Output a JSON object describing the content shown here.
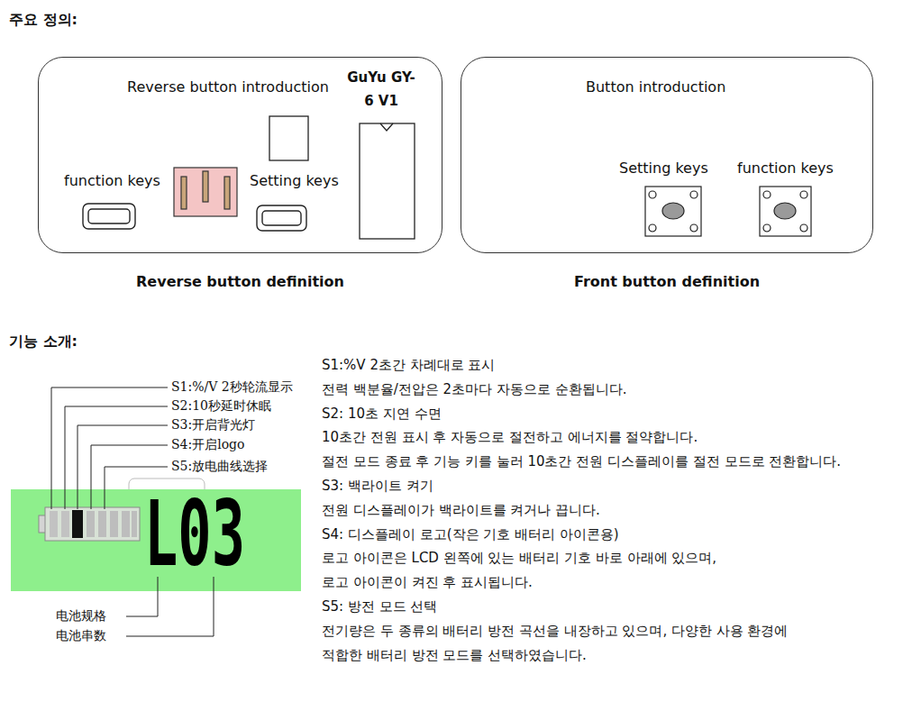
{
  "diagram": {
    "title": "주요 정의:",
    "nodes": [
      {
        "text": [
          "Reverse button introduction",
          "GuYu GY-6 V1",
          "function keys",
          "Setting keys",
          "Reverse button definition"
        ]
      },
      {
        "text": [
          "Button introduction",
          "Setting keys",
          "function keys",
          "Front button definition"
        ]
      },
      {
        "text": [
          "L03"
        ]
      }
    ],
    "labels": [
      "기능 소개:",
      "S1:%/V 2秒轮流显示",
      "S2:10秒延时休眠",
      "S3:开启背光灯",
      "S4:开启logo",
      "S5:放电曲线选择",
      "电池规格",
      "电池串数",
      "S1:%V 2초간 차례대로 표시",
      "전력 백분율/전압은 2초마다 자동으로 순환됩니다.",
      "S2: 10초 지연 수면",
      "10초간 전원 표시 후 자동으로 절전하고 에너지를 절약합니다.",
      "절전 모드 종료 후 기능 키를 눌러 10초간 전원 디스플레이를 절전 모드로 전환합니다.",
      "S3: 백라이트 켜기",
      "전원 디스플레이가 백라이트를 켜거나 끕니다.",
      "S4: 디스플레이 로고(작은 기호 배터리 아이콘용)",
      "로고 아이콘은 LCD 왼쪽에 있는 배터리 기호 바로 아래에 있으며,",
      "로고 아이콘이 켜진 후 표시됩니다.",
      "S5: 방전 모드 선택",
      "전기량은 두 종류의 배터리 방전 곡선을 내장하고 있으며, 다양한 사용 환경에",
      "적합한 배터리 방전 모드를 선택하였습니다."
    ]
  }
}
